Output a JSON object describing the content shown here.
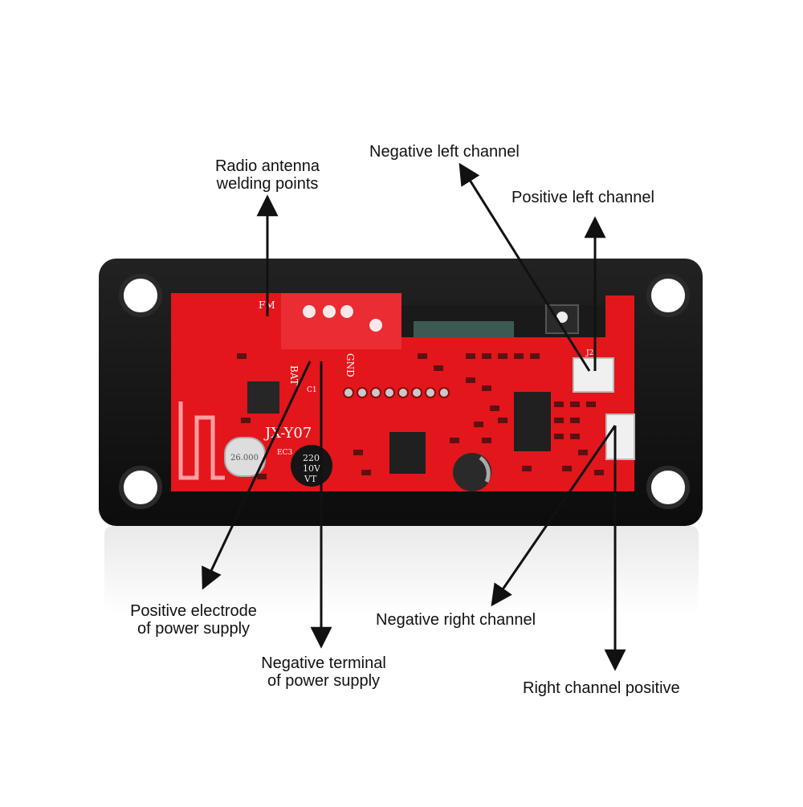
{
  "labels": {
    "radio_antenna": [
      "Radio antenna",
      "welding points"
    ],
    "negative_left": "Negative left channel",
    "positive_left": "Positive left channel",
    "positive_power": [
      "Positive electrode",
      "of power supply"
    ],
    "negative_power": [
      "Negative terminal",
      "of power supply"
    ],
    "negative_right": "Negative right channel",
    "right_positive": "Right channel positive"
  },
  "board_markings": {
    "fm": "FM",
    "bat": "BAT",
    "gnd": "GND",
    "model": "JX-Y07",
    "capacitor": [
      "220",
      "10V",
      "VT"
    ],
    "crystal": "26.000",
    "j2": "J2",
    "ec3": "EC3",
    "c1": "C1"
  },
  "colors": {
    "pcb": "#e3161b",
    "pcb_dark": "#b80d12",
    "bezel": "#141414",
    "arrow": "#111111"
  }
}
